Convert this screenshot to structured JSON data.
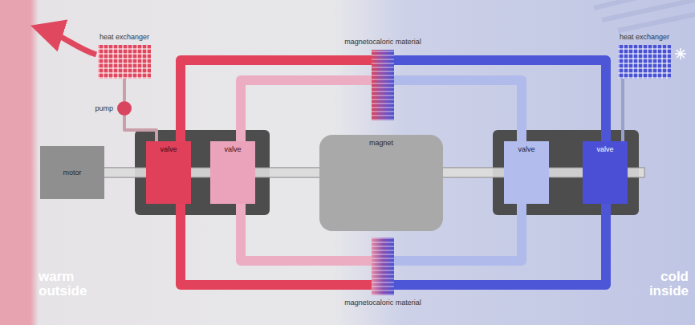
{
  "diagram": {
    "nodes": [
      {
        "text": [
          "motor"
        ]
      },
      {
        "text": [
          "valve"
        ]
      },
      {
        "text": [
          "valve"
        ]
      },
      {
        "text": [
          "magnet"
        ]
      },
      {
        "text": [
          "valve"
        ]
      },
      {
        "text": [
          "valve"
        ]
      },
      {
        "text": [
          "heat exchanger"
        ]
      },
      {
        "text": [
          "pump"
        ]
      },
      {
        "text": [
          "magnetocaloric material"
        ]
      },
      {
        "text": [
          "magnetocaloric material"
        ]
      },
      {
        "text": [
          "heat exchanger"
        ]
      }
    ],
    "edges": [
      {
        "from": 1,
        "to": 8,
        "arrow": "none"
      },
      {
        "from": 2,
        "to": 8,
        "arrow": "none"
      },
      {
        "from": 8,
        "to": 5,
        "arrow": "none"
      },
      {
        "from": 8,
        "to": 4,
        "arrow": "none"
      },
      {
        "from": 9,
        "to": 1,
        "arrow": "none"
      },
      {
        "from": 9,
        "to": 2,
        "arrow": "none"
      },
      {
        "from": 9,
        "to": 5,
        "arrow": "none"
      },
      {
        "from": 9,
        "to": 4,
        "arrow": "none"
      },
      {
        "from": 7,
        "to": 6,
        "arrow": "none"
      },
      {
        "from": 7,
        "to": 1,
        "arrow": "none"
      },
      {
        "from": 5,
        "to": 10,
        "arrow": "none"
      }
    ],
    "labels": [
      "warm outside",
      "cold inside"
    ]
  }
}
